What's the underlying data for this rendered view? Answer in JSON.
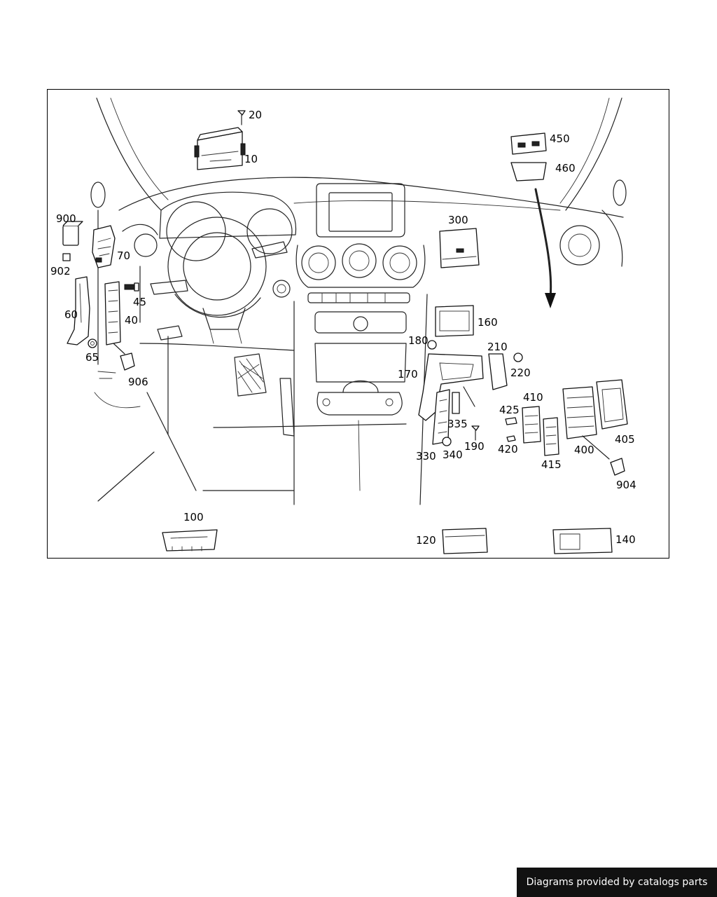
{
  "diagram": {
    "callouts": {
      "c20": "20",
      "c10": "10",
      "c450": "450",
      "c460": "460",
      "c900": "900",
      "c902": "902",
      "c70": "70",
      "c300": "300",
      "c60": "60",
      "c45": "45",
      "c40": "40",
      "c65": "65",
      "c906": "906",
      "c160": "160",
      "c180": "180",
      "c210": "210",
      "c220": "220",
      "c170": "170",
      "c410": "410",
      "c425": "425",
      "c335": "335",
      "c190": "190",
      "c420": "420",
      "c400": "400",
      "c405": "405",
      "c330": "330",
      "c340": "340",
      "c415": "415",
      "c904": "904",
      "c100": "100",
      "c120": "120",
      "c140": "140"
    }
  },
  "footer": {
    "credit": "Diagrams provided by catalogs parts"
  }
}
